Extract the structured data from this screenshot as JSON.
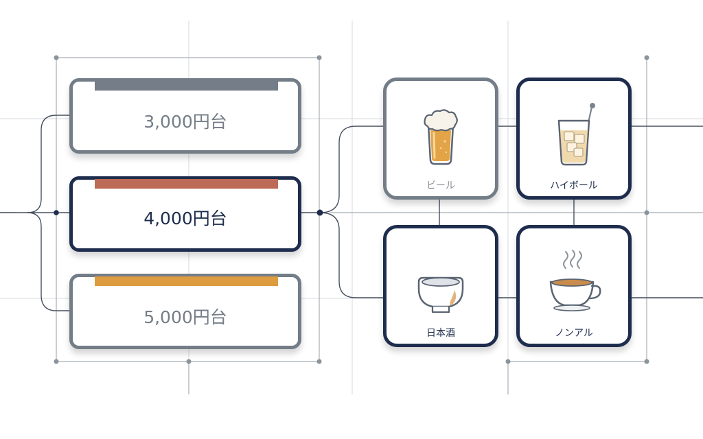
{
  "price_ranges": [
    {
      "label": "3,000円台",
      "accent_color": "#747d88",
      "selected": false
    },
    {
      "label": "4,000円台",
      "accent_color": "#bd6a56",
      "selected": true
    },
    {
      "label": "5,000円台",
      "accent_color": "#dd9c3f",
      "selected": false
    }
  ],
  "drinks": [
    {
      "label": "ビール",
      "icon": "beer-glass-icon",
      "selected": false
    },
    {
      "label": "ハイボール",
      "icon": "highball-glass-icon",
      "selected": true
    },
    {
      "label": "日本酒",
      "icon": "sake-cup-icon",
      "selected": true
    },
    {
      "label": "ノンアル",
      "icon": "tea-cup-icon",
      "selected": true
    }
  ],
  "colors": {
    "navy": "#1e2d4d",
    "gray": "#737d88",
    "grid": "#d3d7dc",
    "beer": "#e2a446",
    "tea": "#c98c4d"
  }
}
